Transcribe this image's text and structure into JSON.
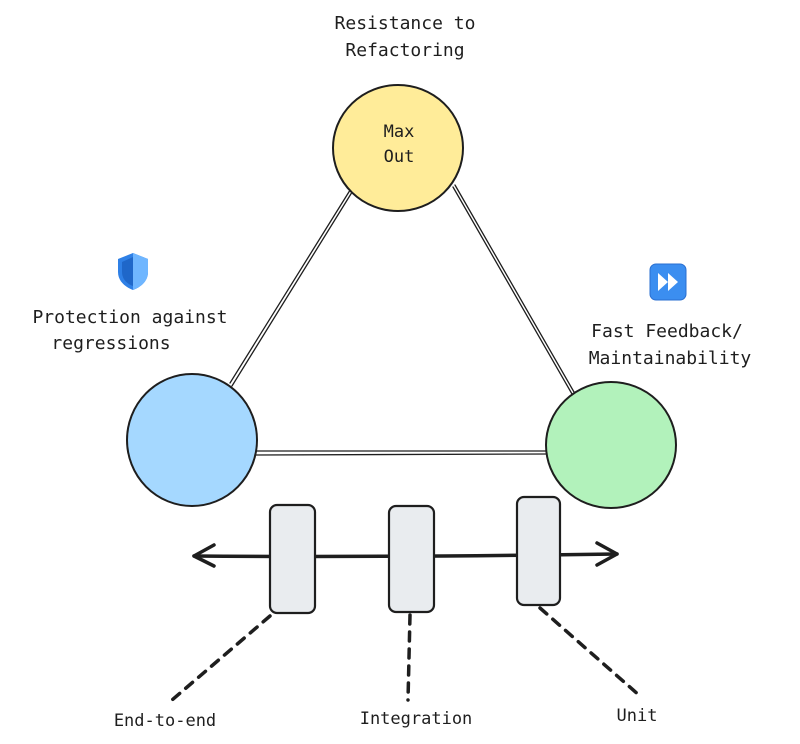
{
  "top_label": {
    "line1": "Resistance to",
    "line2": "Refactoring"
  },
  "top_circle": {
    "line1": "Max",
    "line2": "Out",
    "color": "#ffec99"
  },
  "left_label": {
    "line1": "Protection against",
    "line2": "regressions",
    "icon": "shield-icon"
  },
  "left_circle": {
    "color": "#a5d8ff"
  },
  "right_label": {
    "line1": "Fast Feedback/",
    "line2": "Maintainability",
    "icon": "fast-forward-icon"
  },
  "right_circle": {
    "color": "#b2f2bb"
  },
  "slider": {
    "handles": [
      {
        "label": "End-to-end"
      },
      {
        "label": "Integration"
      },
      {
        "label": "Unit"
      }
    ],
    "handle_color": "#e9ecef"
  },
  "stroke_color": "#1e1e1e"
}
